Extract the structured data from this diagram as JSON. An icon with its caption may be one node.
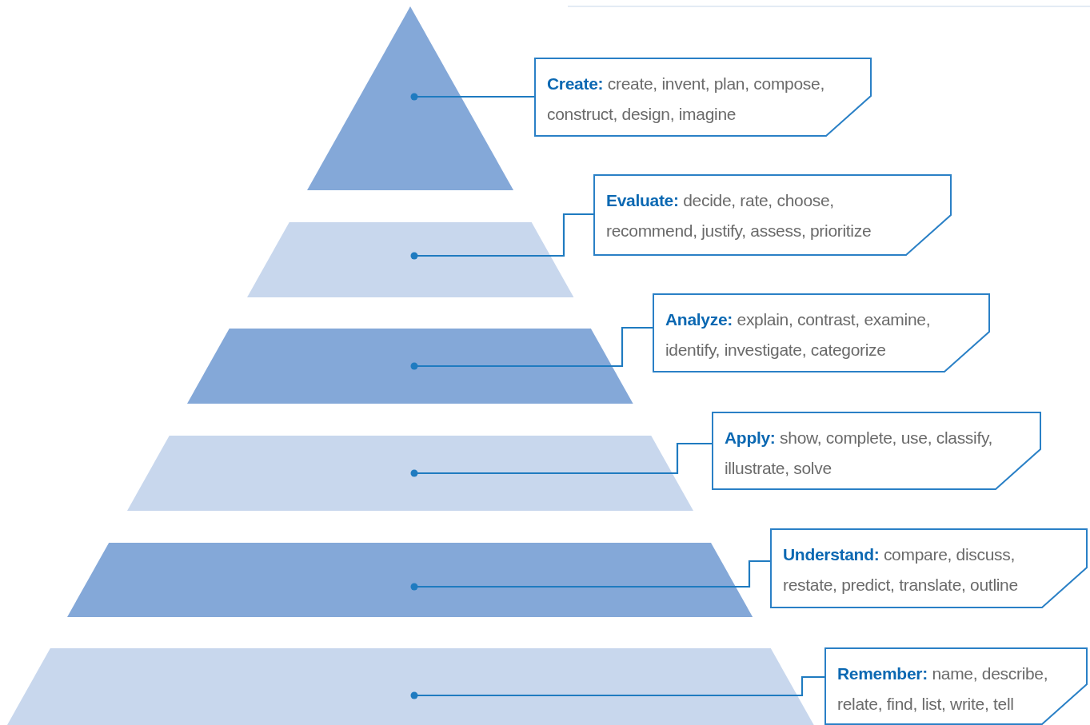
{
  "diagram": {
    "nodes": [
      {
        "text": [],
        "shape": "triangle"
      },
      {
        "text": [],
        "shape": "trapezoid"
      },
      {
        "text": [],
        "shape": "trapezoid"
      },
      {
        "text": [],
        "shape": "trapezoid"
      },
      {
        "text": [],
        "shape": "trapezoid"
      },
      {
        "text": [],
        "shape": "trapezoid"
      },
      {
        "text": [
          "**Create:** create, invent, plan, compose, construct, design, imagine"
        ]
      },
      {
        "text": [
          "**Evaluate:** decide, rate, choose, recommend, justify, assess, prioritize"
        ]
      },
      {
        "text": [
          "**Analyze:** explain, contrast, examine, identify, investigate, categorize"
        ]
      },
      {
        "text": [
          "**Apply:** show, complete, use, classify, illustrate, solve"
        ]
      },
      {
        "text": [
          "**Understand:** compare, discuss, restate, predict, translate, outline"
        ]
      },
      {
        "text": [
          "**Remember:** name, describe, relate, find, list, write, tell"
        ]
      }
    ],
    "edges": [
      {
        "from": 6,
        "to": 0,
        "arrow": "other"
      },
      {
        "from": 7,
        "to": 1,
        "arrow": "other"
      },
      {
        "from": 8,
        "to": 2,
        "arrow": "other"
      },
      {
        "from": 9,
        "to": 3,
        "arrow": "other"
      },
      {
        "from": 10,
        "to": 4,
        "arrow": "other"
      },
      {
        "from": 11,
        "to": 5,
        "arrow": "other"
      }
    ]
  }
}
